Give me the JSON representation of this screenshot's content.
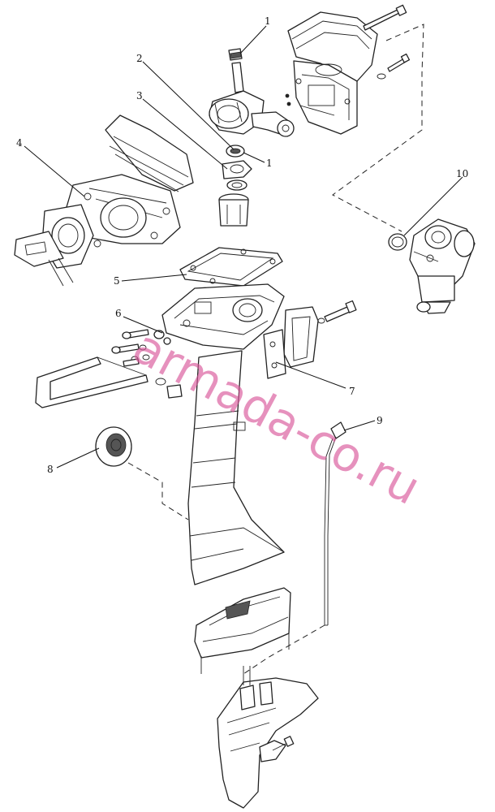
{
  "callouts": [
    {
      "id": "1a",
      "label": "1"
    },
    {
      "id": "1b",
      "label": "1"
    },
    {
      "id": "2",
      "label": "2"
    },
    {
      "id": "3",
      "label": "3"
    },
    {
      "id": "4",
      "label": "4"
    },
    {
      "id": "5",
      "label": "5"
    },
    {
      "id": "6",
      "label": "6"
    },
    {
      "id": "7",
      "label": "7"
    },
    {
      "id": "8",
      "label": "8"
    },
    {
      "id": "9",
      "label": "9"
    },
    {
      "id": "10",
      "label": "10"
    }
  ],
  "watermark": {
    "text": "armada-co.ru",
    "color": "#d8569a"
  }
}
